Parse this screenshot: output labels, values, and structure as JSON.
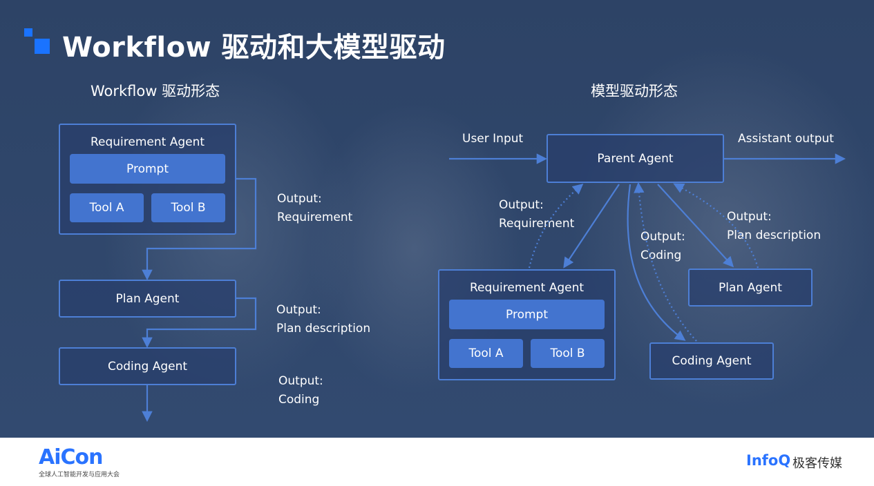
{
  "title": "Workflow 驱动和大模型驱动",
  "left_panel": {
    "heading": "Workflow 驱动形态",
    "requirement_agent": {
      "label": "Requirement Agent",
      "prompt": "Prompt",
      "tool_a": "Tool A",
      "tool_b": "Tool B"
    },
    "plan_agent": "Plan Agent",
    "coding_agent": "Coding Agent",
    "outputs": [
      {
        "line1": "Output:",
        "line2": "Requirement"
      },
      {
        "line1": "Output:",
        "line2": "Plan description"
      },
      {
        "line1": "Output:",
        "line2": "Coding"
      }
    ]
  },
  "right_panel": {
    "heading": "模型驱动形态",
    "user_input": "User Input",
    "assistant_output": "Assistant output",
    "parent_agent": "Parent Agent",
    "requirement_agent": {
      "label": "Requirement Agent",
      "prompt": "Prompt",
      "tool_a": "Tool A",
      "tool_b": "Tool B"
    },
    "plan_agent": "Plan Agent",
    "coding_agent": "Coding Agent",
    "outputs": {
      "requirement": {
        "line1": "Output:",
        "line2": "Requirement"
      },
      "coding": {
        "line1": "Output:",
        "line2": "Coding"
      },
      "plan": {
        "line1": "Output:",
        "line2": "Plan description"
      }
    }
  },
  "footer": {
    "aicon_logo": "AiCon",
    "aicon_subtitle": "全球人工智能开发与应用大会",
    "infoq_logo": "InfoQ",
    "infoq_cn": "极客传媒"
  },
  "colors": {
    "accent": "#1a73ff",
    "box_border": "#4d7fd6",
    "pill": "#4374cf",
    "background": "#2f4568"
  }
}
